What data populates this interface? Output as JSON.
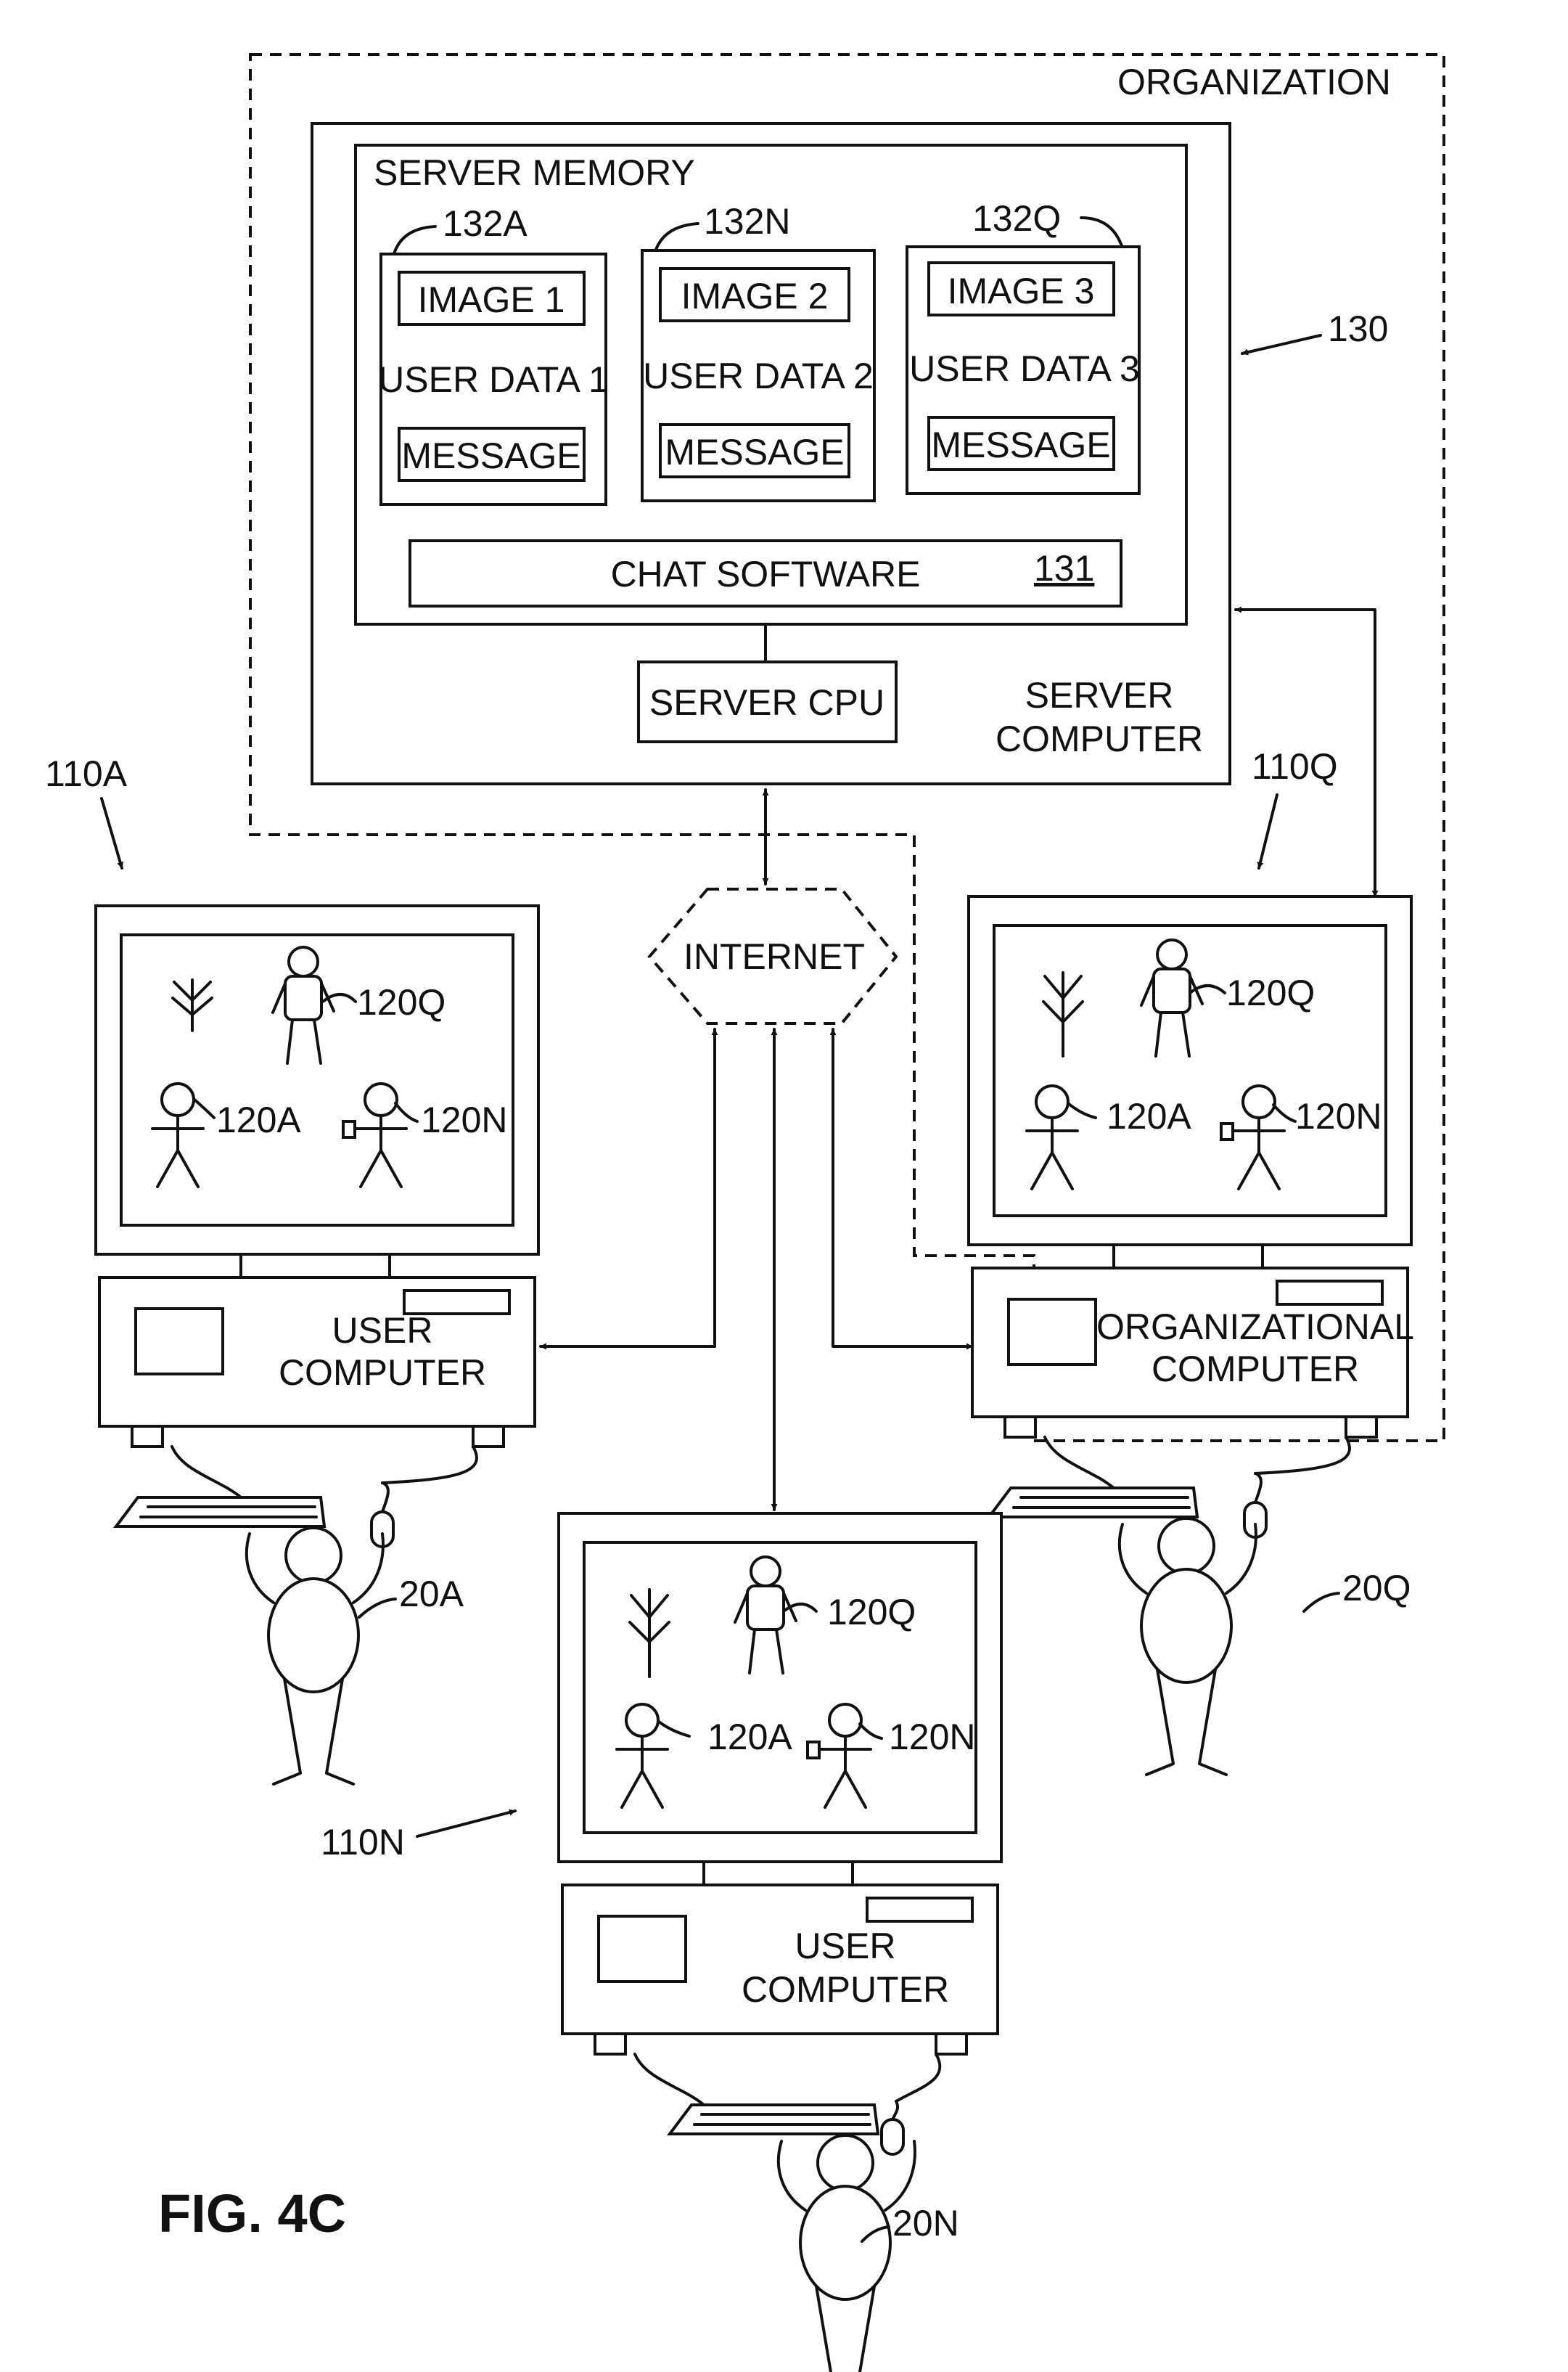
{
  "labels": {
    "organization": "ORGANIZATION",
    "server_memory": "SERVER MEMORY",
    "ref_132a": "132A",
    "ref_132n": "132N",
    "ref_132q": "132Q",
    "image_1": "IMAGE 1",
    "image_2": "IMAGE 2",
    "image_3": "IMAGE 3",
    "user_data_1": "USER DATA 1",
    "user_data_2": "USER DATA 2",
    "user_data_3": "USER DATA 3",
    "message": "MESSAGE",
    "chat_software": "CHAT SOFTWARE",
    "ref_131": "131",
    "ref_130": "130",
    "server_cpu": "SERVER CPU",
    "server": "SERVER",
    "computer": "COMPUTER",
    "internet": "INTERNET",
    "ref_110a": "110A",
    "ref_110q": "110Q",
    "ref_110n": "110N",
    "ref_120q": "120Q",
    "ref_120a": "120A",
    "ref_120n": "120N",
    "user": "USER",
    "organizational": "ORGANIZATIONAL",
    "ref_20a": "20A",
    "ref_20q": "20Q",
    "ref_20n": "20N",
    "fig_caption": "FIG. 4C"
  }
}
